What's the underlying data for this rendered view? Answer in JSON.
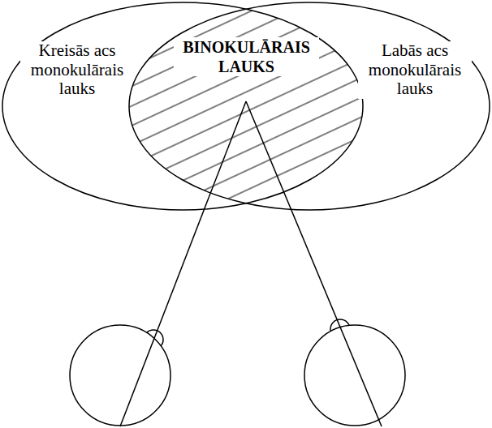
{
  "diagram": {
    "nodes": [
      {
        "text": [
          "Kreisās acs monokulārais lauks"
        ]
      },
      {
        "text": [
          "BINOKULĀRAIS LAUKS"
        ]
      },
      {
        "text": [
          "Labās acs monokulārais lauks"
        ]
      }
    ]
  }
}
